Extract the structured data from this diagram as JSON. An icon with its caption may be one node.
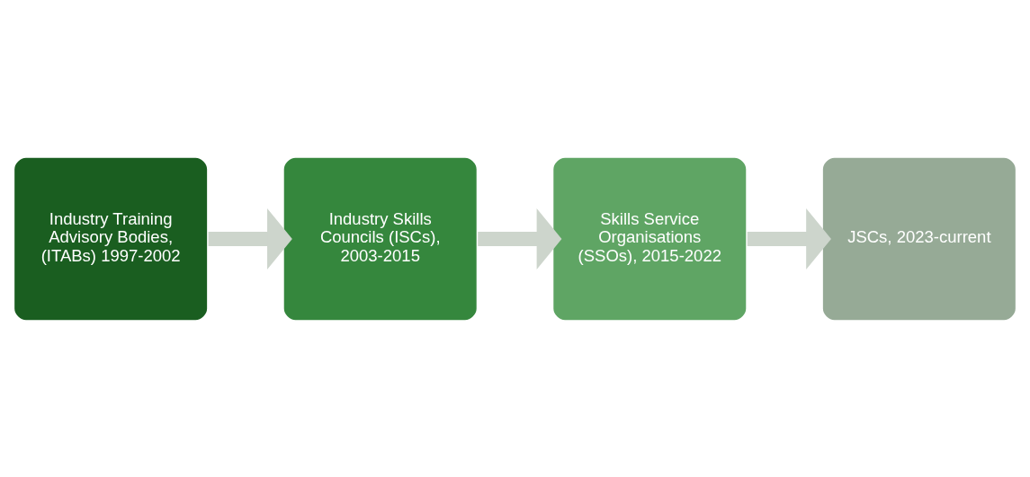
{
  "diagram": {
    "nodes": [
      {
        "text": [
          "Industry Training Advisory Bodies, (ITABs) 1997-2002"
        ]
      },
      {
        "text": [
          "Industry Skills Councils (ISCs), 2003-2015"
        ]
      },
      {
        "text": [
          "Skills Service Organisations (SSOs), 2015-2022"
        ]
      },
      {
        "text": [
          "JSCs, 2023-current"
        ]
      }
    ],
    "edges": [
      {
        "from": 0,
        "to": 1,
        "arrow": "to"
      },
      {
        "from": 1,
        "to": 2,
        "arrow": "to"
      },
      {
        "from": 2,
        "to": 3,
        "arrow": "to"
      }
    ]
  }
}
